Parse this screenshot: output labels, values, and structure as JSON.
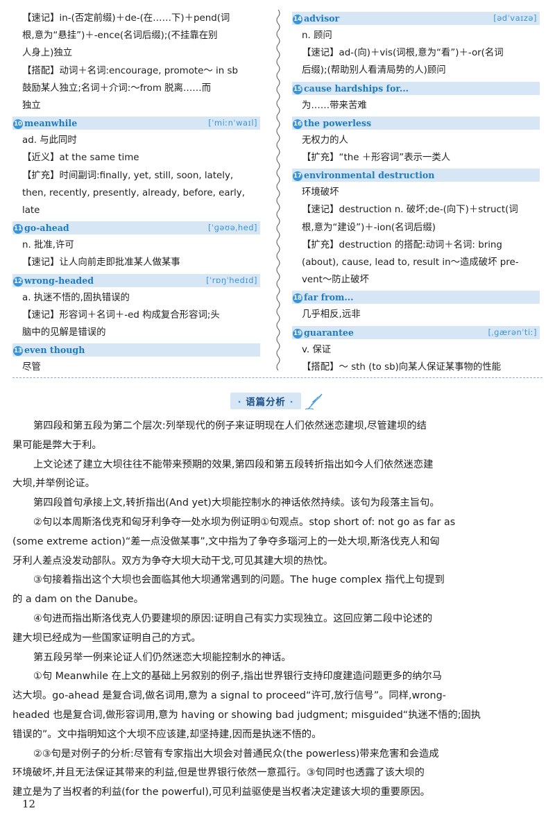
{
  "left_column": [
    {
      "type": "line",
      "text": "【速记】in-(否定前缀)＋de-(在……下)＋pend(词"
    },
    {
      "type": "line",
      "text": "根,意为“悬挂”)＋-ence(名词后缀);(不挂靠在别"
    },
    {
      "type": "line",
      "text": "人身上)独立"
    },
    {
      "type": "line",
      "text": "【搭配】动词＋名词:encourage, promote～ in sb"
    },
    {
      "type": "line",
      "text": "鼓励某人独立;名词＋介词:～from 脱离……而"
    },
    {
      "type": "line",
      "text": "独立"
    },
    {
      "type": "bar",
      "num": "10",
      "word": "meanwhile",
      "phon": "[ˈmiːnˈwaɪl]"
    },
    {
      "type": "line",
      "text": "ad. 与此同时"
    },
    {
      "type": "line",
      "text": "【近义】at the same time"
    },
    {
      "type": "line",
      "text": "【扩充】时间副词:finally, yet, still, soon, lately,"
    },
    {
      "type": "line",
      "text": "then, recently, presently, already, before, early,"
    },
    {
      "type": "line",
      "text": "late"
    },
    {
      "type": "bar",
      "num": "11",
      "word": "go-ahead",
      "phon": "[ˈɡəʊəˌhed]"
    },
    {
      "type": "line",
      "text": "n. 批准,许可"
    },
    {
      "type": "line",
      "text": "【速记】让人向前走即批准某人做某事"
    },
    {
      "type": "bar",
      "num": "12",
      "word": "wrong-headed",
      "phon": "[ˈrɒŋˈhedɪd]"
    },
    {
      "type": "line",
      "text": "a. 执迷不悟的,固执错误的"
    },
    {
      "type": "line",
      "text": "【速记】形容词＋名词＋-ed 构成复合形容词;头"
    },
    {
      "type": "line",
      "text": "脑中的见解是错误的"
    },
    {
      "type": "bar",
      "num": "13",
      "word": "even though",
      "phon": ""
    },
    {
      "type": "line",
      "text": "尽管"
    }
  ],
  "right_column": [
    {
      "type": "bar",
      "num": "14",
      "word": "advisor",
      "phon": "[ədˈvaɪzə]"
    },
    {
      "type": "line",
      "text": "n. 顾问"
    },
    {
      "type": "line",
      "text": "【速记】ad-(向)＋vis(词根,意为“看”)＋-or(名词"
    },
    {
      "type": "line",
      "text": "后缀);(帮助别人看清局势的人)顾问"
    },
    {
      "type": "bar",
      "num": "15",
      "word": "cause hardships for...",
      "phon": ""
    },
    {
      "type": "line",
      "text": "为……带来苦难"
    },
    {
      "type": "bar",
      "num": "16",
      "word": "the powerless",
      "phon": ""
    },
    {
      "type": "line",
      "text": "无权力的人"
    },
    {
      "type": "line",
      "text": "【扩充】“the ＋形容词”表示一类人"
    },
    {
      "type": "bar",
      "num": "17",
      "word": "environmental destruction",
      "phon": ""
    },
    {
      "type": "line",
      "text": "环境破坏"
    },
    {
      "type": "line",
      "text": "【速记】destruction n. 破坏;de-(向下)＋struct(词"
    },
    {
      "type": "line",
      "text": "根,意为“建设”)＋-ion(名词后缀)"
    },
    {
      "type": "line",
      "text": "【扩充】destruction 的搭配:动词＋名词: bring"
    },
    {
      "type": "line",
      "text": "(about), cause, lead to, result in～造成破坏 pre-"
    },
    {
      "type": "line",
      "text": "vent～防止破坏"
    },
    {
      "type": "bar",
      "num": "18",
      "word": "far from...",
      "phon": ""
    },
    {
      "type": "line",
      "text": "几乎相反,远非"
    },
    {
      "type": "bar",
      "num": "19",
      "word": "guarantee",
      "phon": "[ˌɡærənˈtiː]"
    },
    {
      "type": "line",
      "text": "v. 保证"
    },
    {
      "type": "line",
      "text": "【搭配】～ sth (to sb)向某人保证某事物的性能"
    }
  ],
  "section_title": "语篇分析",
  "analysis_lines": [
    {
      "indent": true,
      "text": "第四段和第五段为第二个层次:列举现代的例子来证明现在人们依然迷恋建坝,尽管建坝的结"
    },
    {
      "indent": false,
      "text": "果可能是弊大于利。"
    },
    {
      "indent": true,
      "text": "上文论述了建立大坝往往不能带来预期的效果,第四段和第五段转折指出如今人们依然迷恋建"
    },
    {
      "indent": false,
      "text": "大坝,并举例论证。"
    },
    {
      "indent": true,
      "text": "第四段首句承接上文,转折指出(And yet)大坝能控制水的神话依然持续。该句为段落主旨句。"
    },
    {
      "indent": true,
      "text": "②句以本周斯洛伐克和匈牙利争夺一处水坝为例证明①句观点。stop short of: not go as far as"
    },
    {
      "indent": false,
      "text": "(some extreme action)“差一点没做某事”,文中指为了争夺多瑙河上的一处大坝,斯洛伐克人和匈"
    },
    {
      "indent": false,
      "text": "牙利人差点没发动部队。双方为争夺大坝大动干戈,可见其建大坝的热忱。"
    },
    {
      "indent": true,
      "text": "③句接着指出这个大坝也会面临其他大坝通常遇到的问题。The huge complex 指代上句提到"
    },
    {
      "indent": false,
      "text": "的 a dam on the Danube。"
    },
    {
      "indent": true,
      "text": "④句进而指出斯洛伐克人仍要建坝的原因:证明自己有实力实现独立。这回应第二段中论述的"
    },
    {
      "indent": false,
      "text": "建大坝已经成为一些国家证明自己的方式。"
    },
    {
      "indent": true,
      "text": "第五段另举一例来论证人们仍然迷恋大坝能控制水的神话。"
    },
    {
      "indent": true,
      "text": "①句 Meanwhile 在上文的基础上另叙别的例子,指出世界银行支持印度建造问题更多的纳尔马"
    },
    {
      "indent": false,
      "text": "达大坝。go-ahead 是复合词,做名词用,意为 a signal to proceed“许可,放行信号”。同样,wrong-"
    },
    {
      "indent": false,
      "text": "headed 也是复合词,做形容词用,意为 having or showing bad judgment; misguided“执迷不悟的;固执"
    },
    {
      "indent": false,
      "text": "错误的”。文中指明知这个大坝不应该建,却坚持建,因而是执迷不悟的。"
    },
    {
      "indent": true,
      "text": "②③句是对例子的分析:尽管有专家指出大坝会对普通民众(the powerless)带来危害和会造成"
    },
    {
      "indent": false,
      "text": "环境破坏,并且无法保证其带来的利益,但是世界银行依然一意孤行。③句同时也透露了该大坝的"
    },
    {
      "indent": false,
      "text": "建立是为了当权者的利益(for the powerful),可见利益驱使是当权者决定建该大坝的重要原因。"
    }
  ],
  "page_number": "12",
  "colors": {
    "bar_bg": "#d6e6f5",
    "bar_text": "#1f7cc0",
    "num_circle": "#3a95d8",
    "title_text": "#1a4f86"
  }
}
